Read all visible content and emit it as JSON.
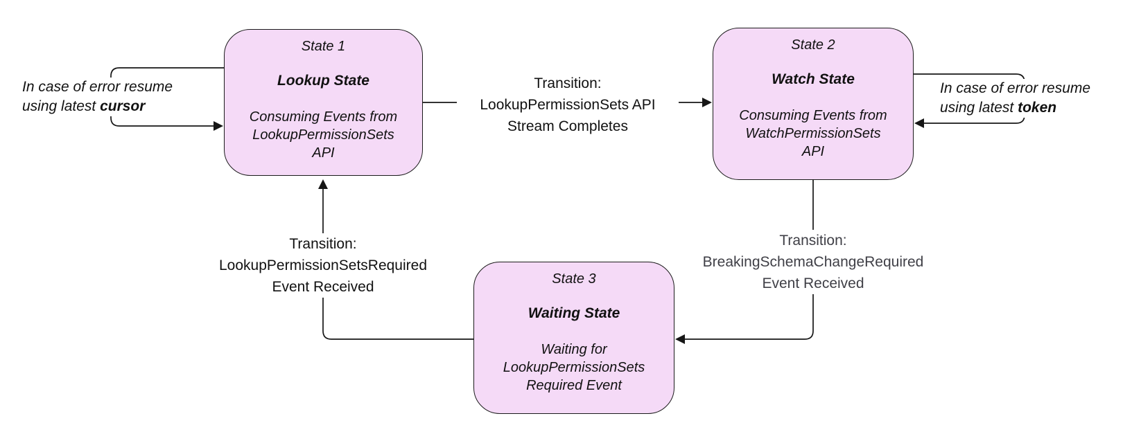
{
  "states": [
    {
      "title": "State 1",
      "name": "Lookup State",
      "body": "Consuming Events from\nLookupPermissionSets\nAPI"
    },
    {
      "title": "State 2",
      "name": "Watch State",
      "body": "Consuming Events from\nWatchPermissionSets\nAPI"
    },
    {
      "title": "State 3",
      "name": "Waiting State",
      "body": "Waiting for\nLookupPermissionSets\nRequired Event"
    }
  ],
  "edges": [
    {
      "from": "State 1",
      "to": "State 2",
      "label": [
        "Transition:",
        "LookupPermissionSets API",
        "Stream Completes"
      ]
    },
    {
      "from": "State 2",
      "to": "State 3",
      "label": [
        "Transition:",
        "BreakingSchemaChangeRequired",
        "Event Received"
      ]
    },
    {
      "from": "State 3",
      "to": "State 1",
      "label": [
        "Transition:",
        "LookupPermissionSetsRequired",
        "Event Received"
      ]
    }
  ],
  "notes": [
    {
      "attached_to": "State 1",
      "line1": "In case of error resume",
      "line2_prefix": "using latest ",
      "line2_bold": "cursor"
    },
    {
      "attached_to": "State 2",
      "line1": "In case of error resume",
      "line2_prefix": "using latest ",
      "line2_bold": "token"
    }
  ],
  "colors": {
    "state_fill": "#f5daf7",
    "state_border": "#1a1a1a",
    "edge_line": "#161616",
    "edge_label_dark": "#111111",
    "edge_label_gray": "#3f3f46"
  }
}
